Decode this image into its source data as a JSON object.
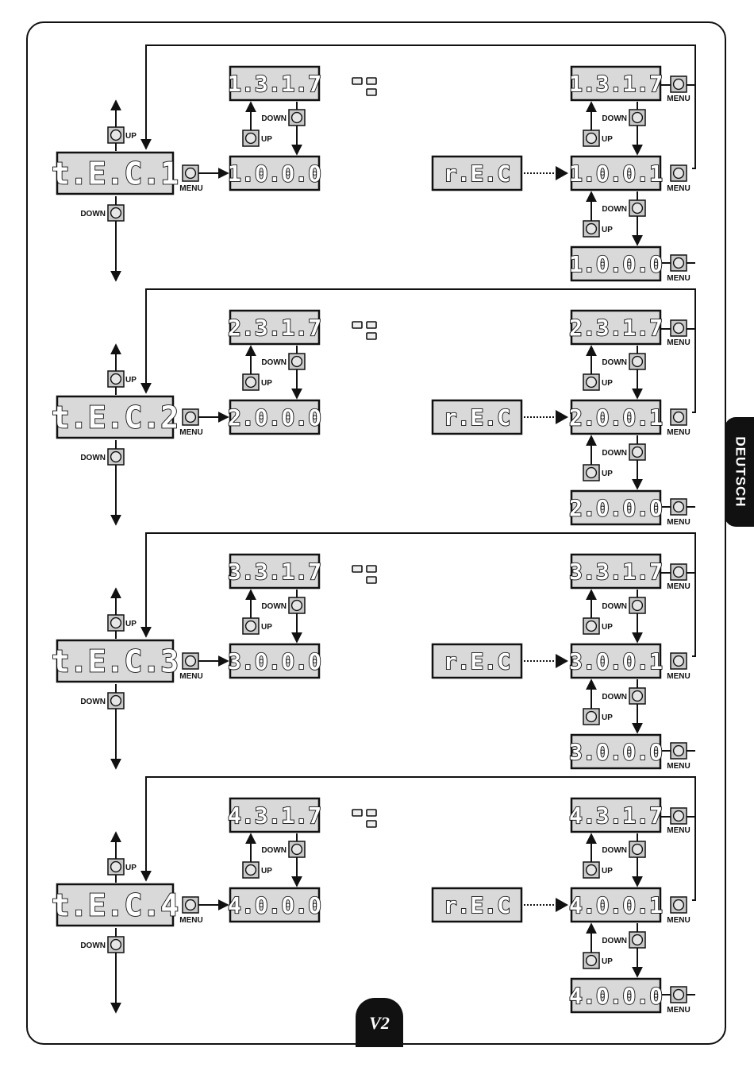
{
  "side_tab": "DEUTSCH",
  "logo": "V2",
  "labels": {
    "up": "UP",
    "down": "DOWN",
    "menu": "MENU"
  },
  "sections": [
    {
      "tec": "t.E.C.1",
      "top": "1.3.1.7",
      "mid": "1.0.0.0",
      "rec": "r.E.C",
      "out_top": "1.3.1.7",
      "out_mid": "1.0.0.1",
      "out_bot": "1.0.0.0"
    },
    {
      "tec": "t.E.C.2",
      "top": "2.3.1.7",
      "mid": "2.0.0.0",
      "rec": "r.E.C",
      "out_top": "2.3.1.7",
      "out_mid": "2.0.0.1",
      "out_bot": "2.0.0.0"
    },
    {
      "tec": "t.E.C.3",
      "top": "3.3.1.7",
      "mid": "3.0.0.0",
      "rec": "r.E.C",
      "out_top": "3.3.1.7",
      "out_mid": "3.0.0.1",
      "out_bot": "3.0.0.0"
    },
    {
      "tec": "t.E.C.4",
      "top": "4.3.1.7",
      "mid": "4.0.0.0",
      "rec": "r.E.C",
      "out_top": "4.3.1.7",
      "out_mid": "4.0.0.1",
      "out_bot": "4.0.0.0"
    }
  ]
}
